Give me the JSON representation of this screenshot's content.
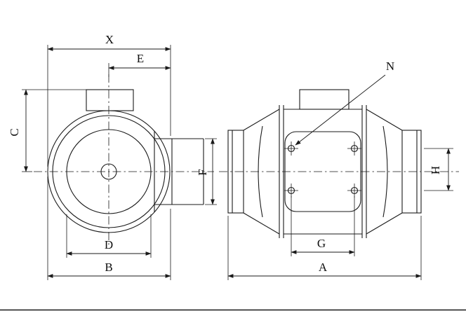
{
  "drawing": {
    "type": "technical-dimension-drawing",
    "views": {
      "front": {
        "name": "front-view"
      },
      "side": {
        "name": "side-view"
      }
    },
    "dimension_labels": {
      "x": "X",
      "e": "E",
      "c": "C",
      "d": "D",
      "b": "B",
      "f": "F",
      "n": "N",
      "h": "H",
      "g": "G",
      "a": "A"
    },
    "colors": {
      "line": "#1a1a1a",
      "background": "#ffffff"
    }
  }
}
